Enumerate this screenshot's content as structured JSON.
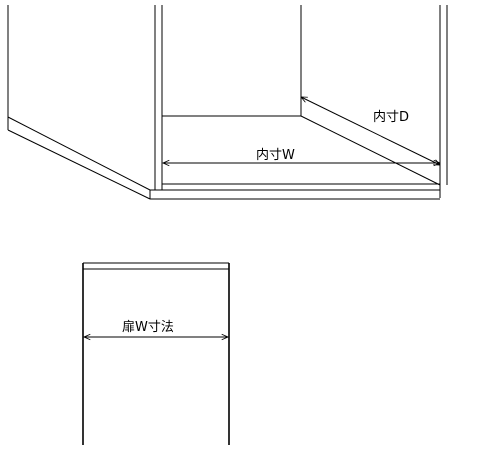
{
  "labels": {
    "inner_depth": "内寸D",
    "inner_width": "内寸W",
    "door_width": "扉W寸法"
  }
}
